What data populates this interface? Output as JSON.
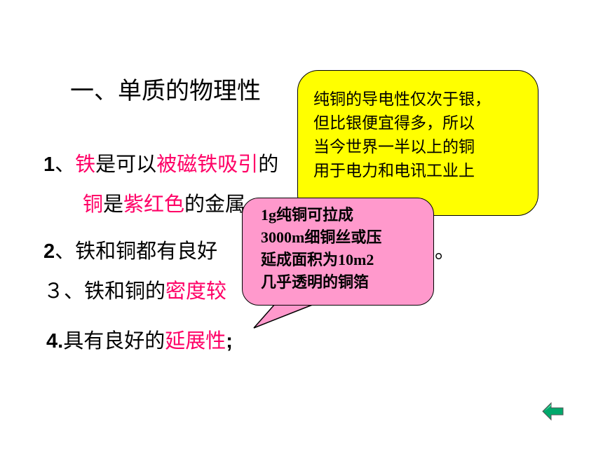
{
  "title": "一、单质的物理性",
  "item1": {
    "num": "1",
    "p1": "、",
    "iron": "铁",
    "p2": "是可以",
    "hl": "被磁铁吸引",
    "p3": "的"
  },
  "item1b": {
    "copper": "铜",
    "p1": "是",
    "hl": "紫红色",
    "p2": "的金属"
  },
  "item2": {
    "num": "2",
    "text": "、铁和铜都有良好",
    "tail": "。"
  },
  "item3": {
    "num": "３",
    "text": "、铁和铜的",
    "hl": "密度较"
  },
  "item4": {
    "num": "4.",
    "text": "具有良好的",
    "hl": "延展性",
    "end": ";"
  },
  "callout_yellow": {
    "lines": [
      "纯铜的导电性仅次于银，",
      "但比银便宜得多，所以",
      "当今世界一半以上的铜",
      "用于电力和电讯工业上"
    ]
  },
  "callout_pink": {
    "lines": [
      "1g纯铜可拉成",
      "3000m细铜丝或压",
      "延成面积为10m2",
      "几乎透明的铜箔"
    ]
  },
  "colors": {
    "highlight": "#ff0066",
    "yellow_callout": "#ffff00",
    "pink_callout": "#ff99cc",
    "nav_arrow": "#00a86b"
  },
  "nav": {
    "icon": "back-arrow-icon"
  }
}
